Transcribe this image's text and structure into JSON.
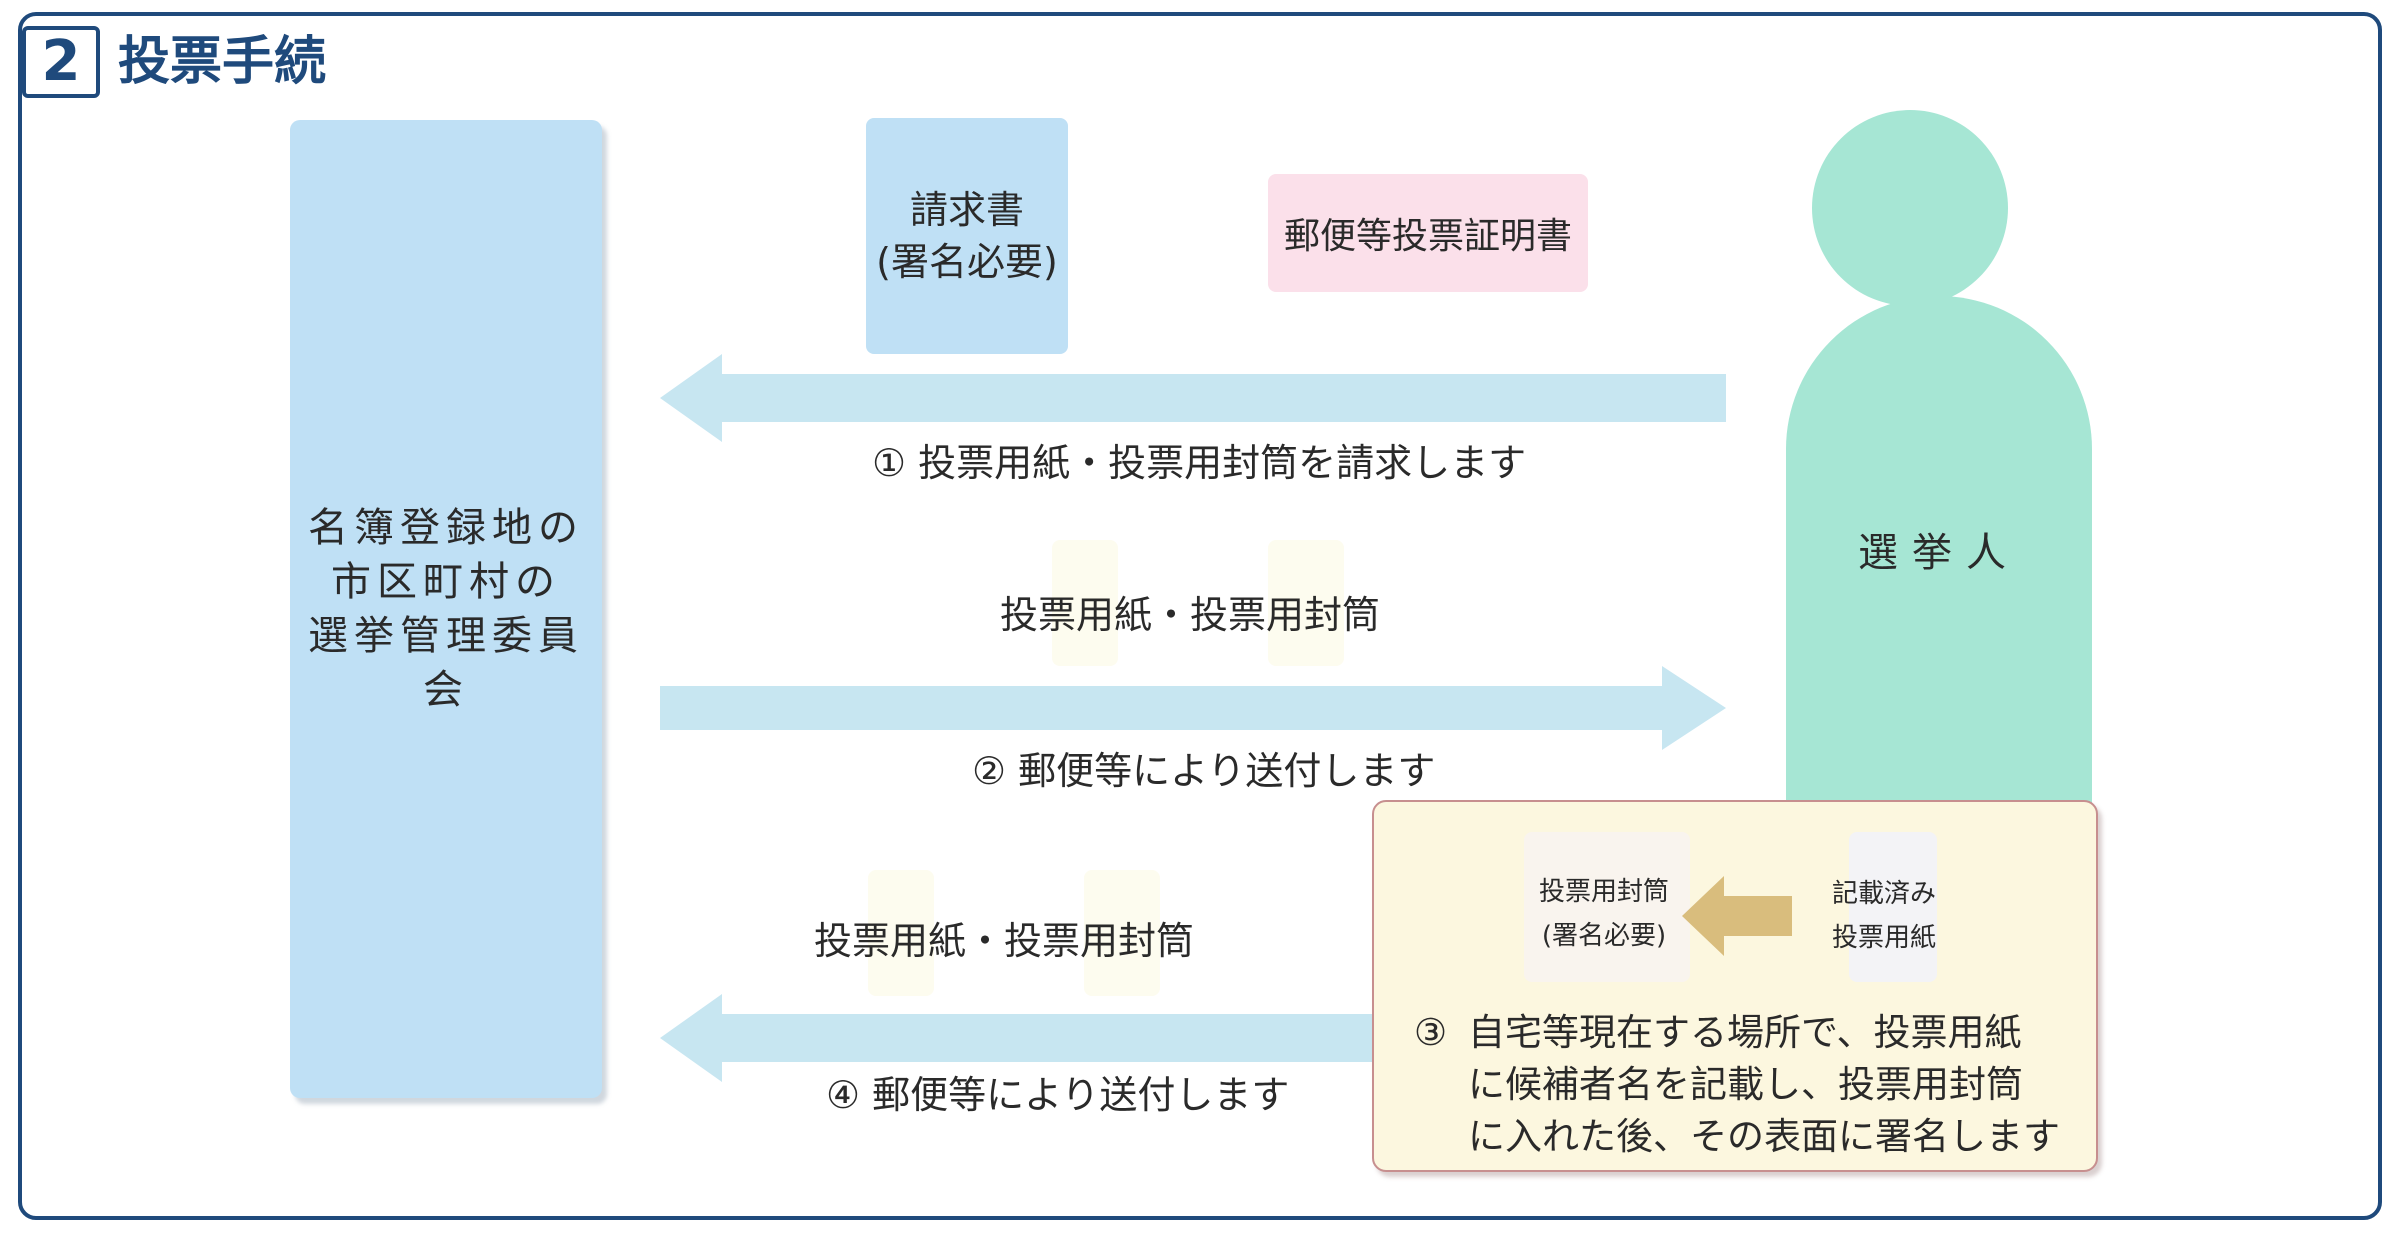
{
  "header": {
    "number": "2",
    "title": "投票手続"
  },
  "committee": {
    "lines": [
      "名簿登録地の",
      "市区町村の",
      "選挙管理委員会"
    ]
  },
  "voter": {
    "label": "選挙人"
  },
  "documents": {
    "request_form": [
      "請求書",
      "(署名必要)"
    ],
    "postal_certificate": "郵便等投票証明書"
  },
  "steps": {
    "step1": "① 投票用紙・投票用封筒を請求します",
    "step2_items": "投票用紙・投票用封筒",
    "step2": "② 郵便等により送付します",
    "step4_items": "投票用紙・投票用封筒",
    "step4": "④ 郵便等により送付します"
  },
  "step3_box": {
    "envelope": [
      "投票用封筒",
      "(署名必要)"
    ],
    "filled_ballot": [
      "記載済み",
      "投票用紙"
    ],
    "number": "③",
    "text": [
      "自宅等現在する場所で、投票用紙",
      "に候補者名を記載し、投票用封筒",
      "に入れた後、その表面に署名します"
    ]
  },
  "colors": {
    "frame": "#1f4a7c",
    "committee": "#bfe0f5",
    "voter": "#a6e6d4",
    "arrow": "#c7e6f1",
    "certificate": "#fbe0ea",
    "step3_background": "#fcf7df",
    "step3_arrow": "#d9bd7d"
  }
}
